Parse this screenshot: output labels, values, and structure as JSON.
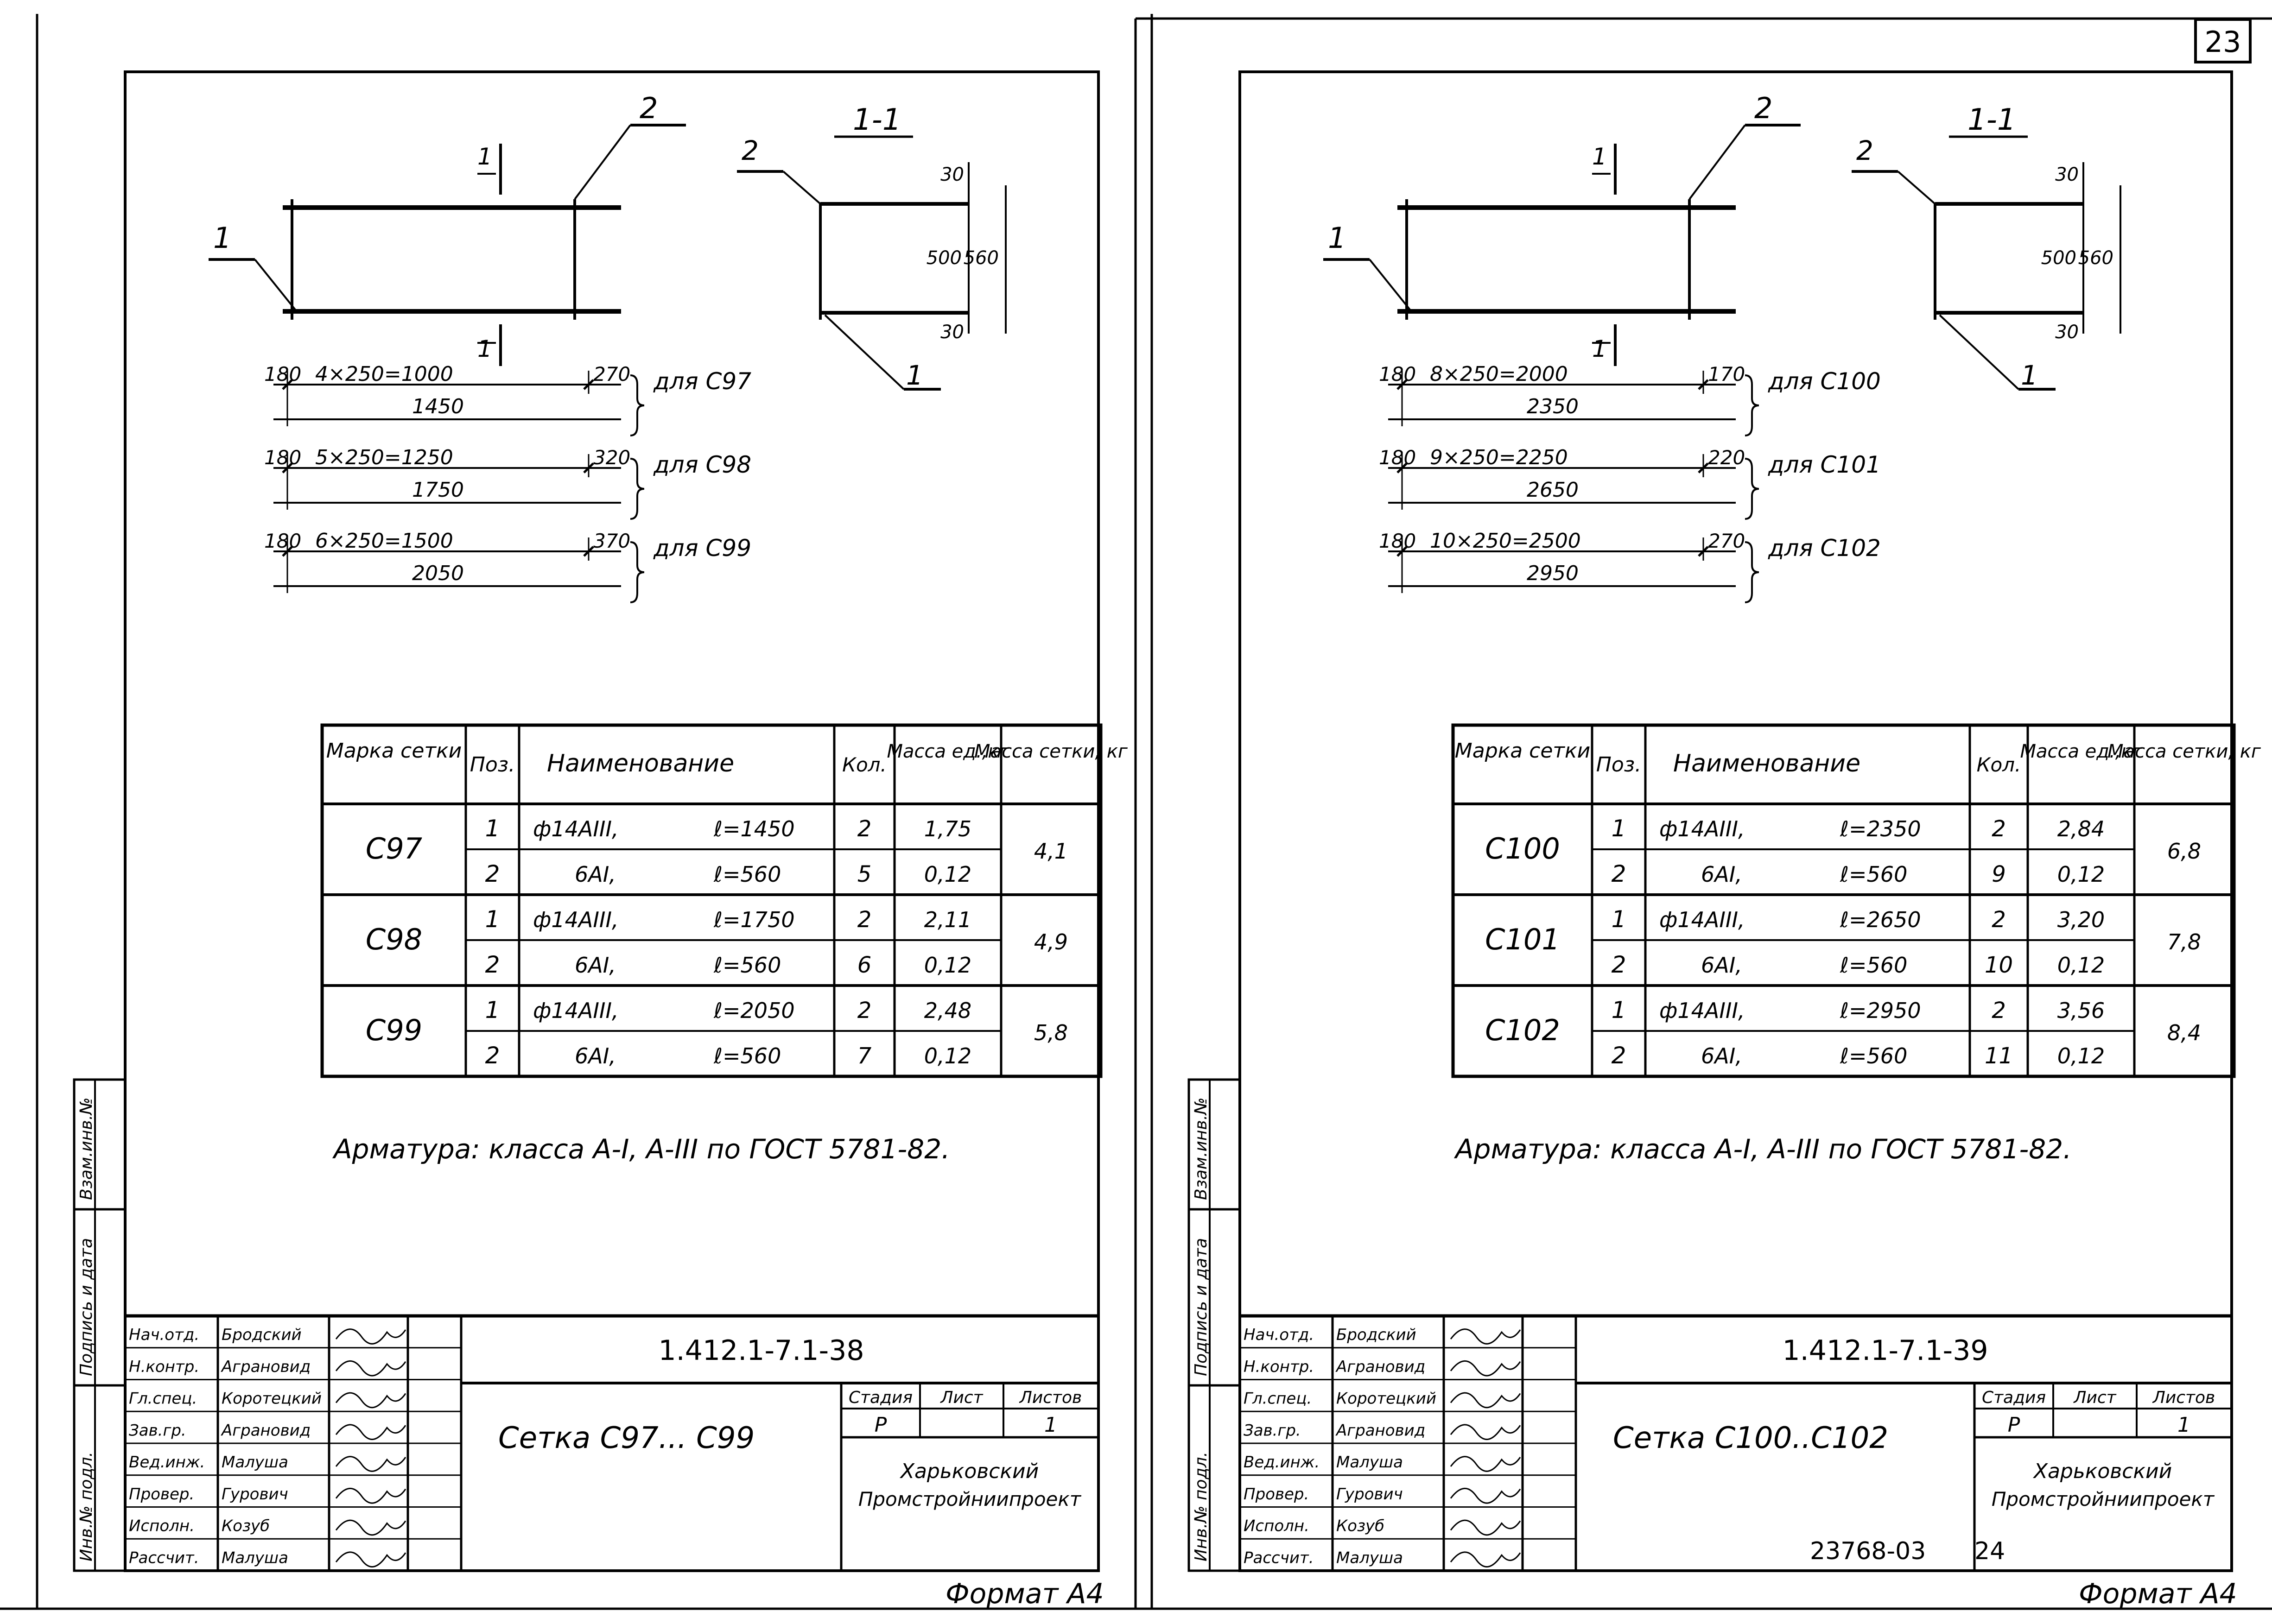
{
  "page_number": "23",
  "sheets": [
    {
      "id": "left",
      "section_label": "1-1",
      "callouts": [
        "1",
        "2",
        "1",
        "2",
        "1",
        "1"
      ],
      "section_dims": [
        "30",
        "500",
        "560",
        "30"
      ],
      "variants": [
        {
          "left": "180",
          "pitch": "4×250=1000",
          "right": "270",
          "total": "1450",
          "label": "для С97"
        },
        {
          "left": "180",
          "pitch": "5×250=1250",
          "right": "320",
          "total": "1750",
          "label": "для С98"
        },
        {
          "left": "180",
          "pitch": "6×250=1500",
          "right": "370",
          "total": "2050",
          "label": "для С99"
        }
      ],
      "table": {
        "headers": [
          "Марка сетки",
          "Поз.",
          "Наименование",
          "Кол.",
          "Масса ед.,кг",
          "Масса сетки, кг"
        ],
        "groups": [
          {
            "mark": "С97",
            "total": "4,1",
            "rows": [
              {
                "pos": "1",
                "name": "ф14АIII,",
                "len": "ℓ=1450",
                "qty": "2",
                "mass": "1,75"
              },
              {
                "pos": "2",
                "name": "6АI,",
                "len": "ℓ=560",
                "qty": "5",
                "mass": "0,12"
              }
            ]
          },
          {
            "mark": "С98",
            "total": "4,9",
            "rows": [
              {
                "pos": "1",
                "name": "ф14АIII,",
                "len": "ℓ=1750",
                "qty": "2",
                "mass": "2,11"
              },
              {
                "pos": "2",
                "name": "6АI,",
                "len": "ℓ=560",
                "qty": "6",
                "mass": "0,12"
              }
            ]
          },
          {
            "mark": "С99",
            "total": "5,8",
            "rows": [
              {
                "pos": "1",
                "name": "ф14АIII,",
                "len": "ℓ=2050",
                "qty": "2",
                "mass": "2,48"
              },
              {
                "pos": "2",
                "name": "6АI,",
                "len": "ℓ=560",
                "qty": "7",
                "mass": "0,12"
              }
            ]
          }
        ]
      },
      "note": "Арматура: класса А-I, А-III по ГОСТ 5781-82.",
      "side_labels": [
        "Инв.№ подл.",
        "Подпись и дата",
        "Взам.инв.№"
      ],
      "title_block": {
        "roles": [
          "Нач.отд.",
          "Н.контр.",
          "Гл.спец.",
          "Зав.гр.",
          "Вед.инж.",
          "Провер.",
          "Исполн.",
          "Рассчит."
        ],
        "names": [
          "Бродский",
          "Аграновид",
          "Коротецкий",
          "Аграновид",
          "Малуша",
          "Гурович",
          "Козуб",
          "Малуша"
        ],
        "doc_code": "1.412.1-7.1-38",
        "title": "Сетка С97... С99",
        "stage_headers": [
          "Стадия",
          "Лист",
          "Листов"
        ],
        "stage_values": [
          "Р",
          "",
          "1"
        ],
        "org": "Харьковский Промстройниипроект"
      },
      "format": "Формат А4"
    },
    {
      "id": "right",
      "section_label": "1-1",
      "callouts": [
        "1",
        "2",
        "1",
        "2",
        "1",
        "1"
      ],
      "section_dims": [
        "30",
        "500",
        "560",
        "30"
      ],
      "variants": [
        {
          "left": "180",
          "pitch": "8×250=2000",
          "right": "170",
          "total": "2350",
          "label": "для С100"
        },
        {
          "left": "180",
          "pitch": "9×250=2250",
          "right": "220",
          "total": "2650",
          "label": "для С101"
        },
        {
          "left": "180",
          "pitch": "10×250=2500",
          "right": "270",
          "total": "2950",
          "label": "для С102"
        }
      ],
      "table": {
        "headers": [
          "Марка сетки",
          "Поз.",
          "Наименование",
          "Кол.",
          "Масса ед.,кг",
          "Масса сетки, кг"
        ],
        "groups": [
          {
            "mark": "С100",
            "total": "6,8",
            "rows": [
              {
                "pos": "1",
                "name": "ф14АIII,",
                "len": "ℓ=2350",
                "qty": "2",
                "mass": "2,84"
              },
              {
                "pos": "2",
                "name": "6АI,",
                "len": "ℓ=560",
                "qty": "9",
                "mass": "0,12"
              }
            ]
          },
          {
            "mark": "С101",
            "total": "7,8",
            "rows": [
              {
                "pos": "1",
                "name": "ф14АIII,",
                "len": "ℓ=2650",
                "qty": "2",
                "mass": "3,20"
              },
              {
                "pos": "2",
                "name": "6АI,",
                "len": "ℓ=560",
                "qty": "10",
                "mass": "0,12"
              }
            ]
          },
          {
            "mark": "С102",
            "total": "8,4",
            "rows": [
              {
                "pos": "1",
                "name": "ф14АIII,",
                "len": "ℓ=2950",
                "qty": "2",
                "mass": "3,56"
              },
              {
                "pos": "2",
                "name": "6АI,",
                "len": "ℓ=560",
                "qty": "11",
                "mass": "0,12"
              }
            ]
          }
        ]
      },
      "note": "Арматура: класса А-I, А-III по ГОСТ 5781-82.",
      "side_labels": [
        "Инв.№ подл.",
        "Подпись и дата",
        "Взам.инв.№"
      ],
      "title_block": {
        "roles": [
          "Нач.отд.",
          "Н.контр.",
          "Гл.спец.",
          "Зав.гр.",
          "Вед.инж.",
          "Провер.",
          "Исполн.",
          "Рассчит."
        ],
        "names": [
          "Бродский",
          "Аграновид",
          "Коротецкий",
          "Аграновид",
          "Малуша",
          "Гурович",
          "Козуб",
          "Малуша"
        ],
        "doc_code": "1.412.1-7.1-39",
        "title": "Сетка С100..С102",
        "stage_headers": [
          "Стадия",
          "Лист",
          "Листов"
        ],
        "stage_values": [
          "Р",
          "",
          "1"
        ],
        "org": "Харьковский Промстройниипроект"
      },
      "format": "Формат А4"
    }
  ],
  "archive_code": "23768-03",
  "archive_sheet": "24"
}
